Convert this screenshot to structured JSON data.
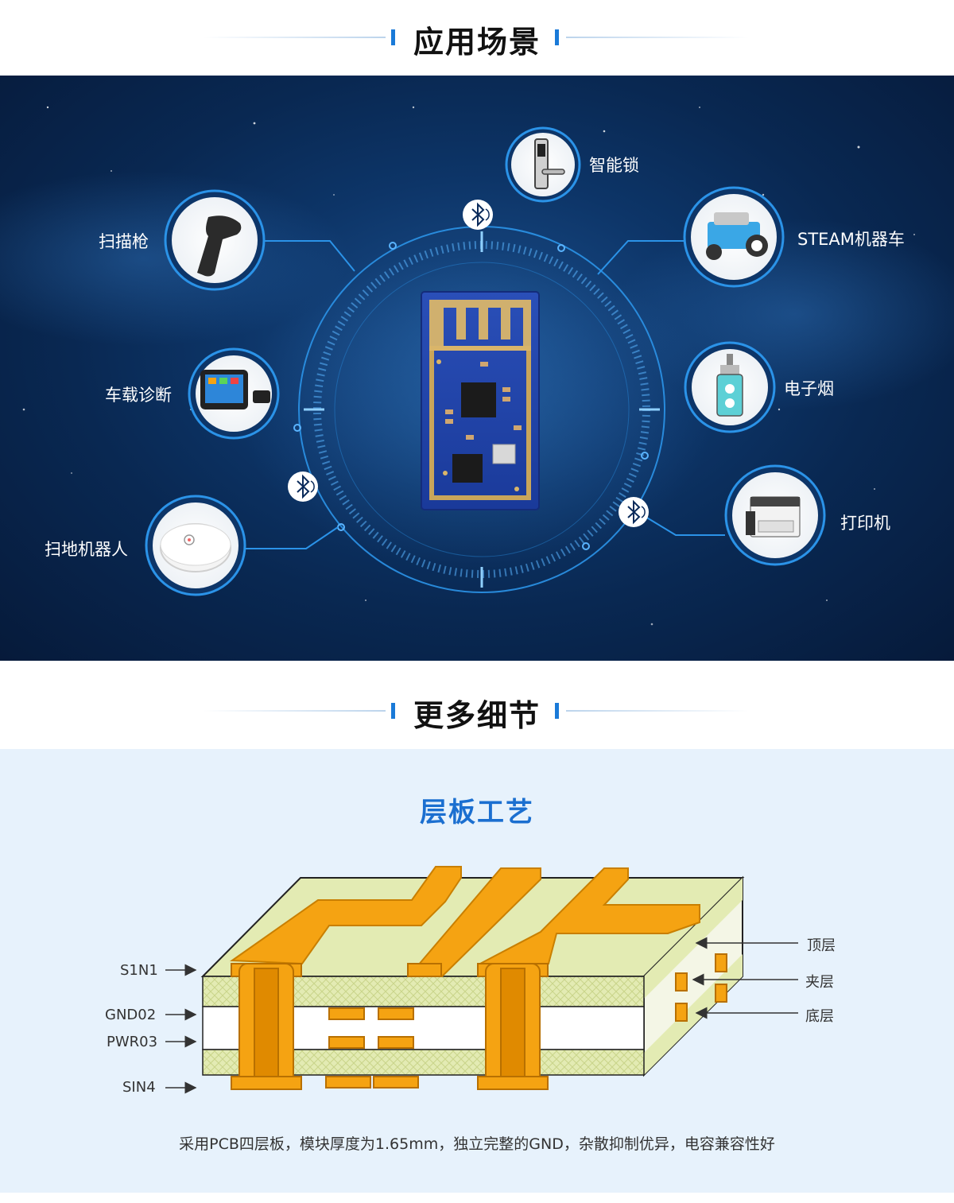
{
  "section1": {
    "title": "应用场景"
  },
  "scene": {
    "apps": [
      {
        "label": "智能锁",
        "icon": "smart-lock-icon"
      },
      {
        "label": "扫描枪",
        "icon": "barcode-scanner-icon"
      },
      {
        "label": "STEAM机器车",
        "icon": "robot-car-icon"
      },
      {
        "label": "车载诊断",
        "icon": "car-diagnostic-tablet-icon"
      },
      {
        "label": "电子烟",
        "icon": "e-cigarette-icon"
      },
      {
        "label": "扫地机器人",
        "icon": "robot-vacuum-icon"
      },
      {
        "label": "打印机",
        "icon": "printer-icon"
      }
    ],
    "bluetooth_icon": "bluetooth-icon",
    "center_image": "bluetooth-module-pcb"
  },
  "section2": {
    "title": "更多细节"
  },
  "details": {
    "title": "层板工艺",
    "left_labels": [
      "S1N1",
      "GND02",
      "PWR03",
      "SIN4"
    ],
    "right_labels": [
      "顶层",
      "夹层",
      "底层"
    ],
    "caption": "采用PCB四层板，模块厚度为1.65mm，独立完整的GND，杂散抑制优异，电容兼容性好",
    "colors": {
      "copper": "#f5a312",
      "substrate": "#e3ebb3",
      "title": "#1b6fd0"
    }
  }
}
